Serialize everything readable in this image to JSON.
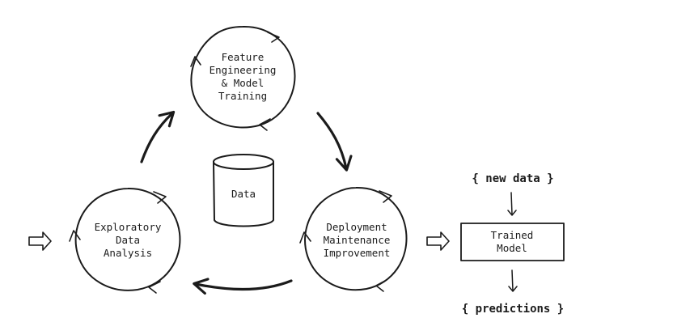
{
  "nodes": {
    "feature_engineering": [
      "Feature",
      "Engineering",
      "& Model",
      "Training"
    ],
    "eda": [
      "Exploratory",
      "Data",
      "Analysis"
    ],
    "deployment": [
      "Deployment",
      "Maintenance",
      "Improvement"
    ],
    "data_store": "Data",
    "trained_model": [
      "Trained",
      "Model"
    ]
  },
  "io": {
    "new_data": "{ new data }",
    "predictions": "{ predictions }"
  }
}
